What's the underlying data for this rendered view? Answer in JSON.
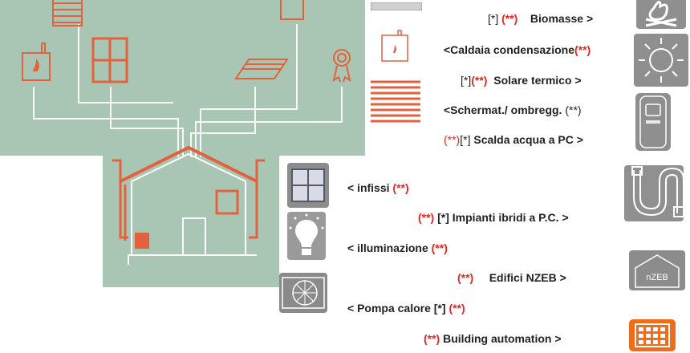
{
  "labels": {
    "biomasse": {
      "pre": "[*]",
      "red": "(**)",
      "text": "Biomasse >"
    },
    "caldaia": {
      "text": "<Caldaia condensazione",
      "red": "(**)"
    },
    "solare": {
      "pre": "[*]",
      "red": "(**)",
      "text": "Solare termico >"
    },
    "schermat": {
      "text": "<Schermat./ ombregg.",
      "post": "(**)"
    },
    "scalda": {
      "red": "(**)",
      "pre": "[*]",
      "text": "Scalda acqua a PC >"
    },
    "infissi": {
      "text": "< infissi",
      "red": "(**)"
    },
    "ibridi": {
      "red": "(**)",
      "text": "[*] Impianti ibridi a P.C. >"
    },
    "illuminazione": {
      "text": "< illuminazione",
      "red": "(**)"
    },
    "nzeb": {
      "red": "(**)",
      "text": "Edifici NZEB >"
    },
    "pompa": {
      "text": "< Pompa calore [*]",
      "red": "(**)"
    },
    "building": {
      "red": "(**)",
      "text": "Building automation >"
    }
  },
  "icons": {
    "nzeb_text": "nZEB",
    "names": [
      "biomass-icon",
      "boiler-icon",
      "solar-icon",
      "water-heater-icon",
      "shutter-icon",
      "window-icon",
      "hybrid-pipe-icon",
      "bulb-icon",
      "nzeb-house-icon",
      "fan-icon",
      "building-automation-icon"
    ]
  },
  "colors": {
    "background_green": "#a9c6b4",
    "accent_orange": "#e2623d",
    "tile_gray": "#8f8f8f",
    "red_marker": "#e3261f",
    "automation_orange": "#f06b1a"
  }
}
